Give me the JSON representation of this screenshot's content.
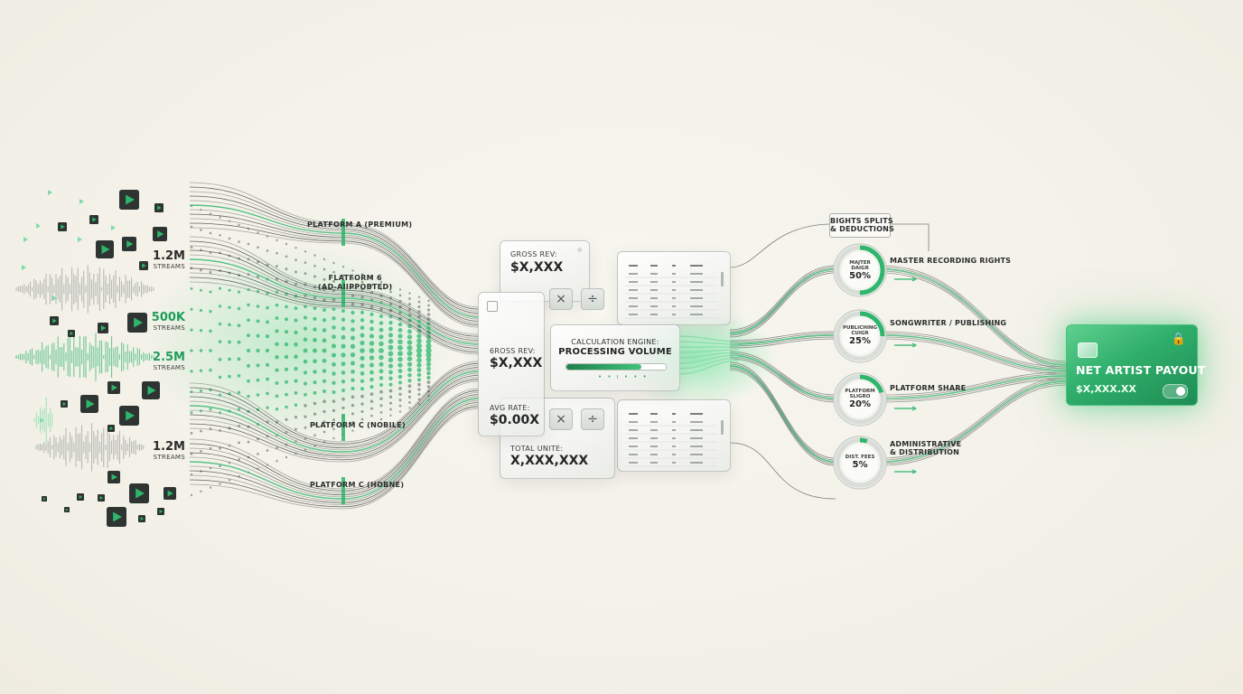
{
  "sources": [
    {
      "value": "1.2M",
      "unit": "STREAMS"
    },
    {
      "value": "500K",
      "unit": "STREAMS"
    },
    {
      "value": "2.5M",
      "unit": "STREAMS"
    },
    {
      "value": "1.2M",
      "unit": "STREAMS"
    }
  ],
  "platforms": [
    "PLATFORM A (PREMIUM)",
    "FLATFORM 6\n(AD-AIIPPOBTED)",
    "PLATFORM C (NOBILE)",
    "PLATFORM C (HOBNE)"
  ],
  "cards": {
    "gross_top": {
      "caption": "GROSS REV:",
      "value": "$X,XXX"
    },
    "gross_mid": {
      "caption": "6ROSS REV:",
      "value": "$X,XXX"
    },
    "avg_rate": {
      "caption": "AVG RATE:",
      "value": "$0.00X"
    },
    "total_units": {
      "caption": "TOTAL UNITE:",
      "value": "X,XXX,XXX"
    }
  },
  "engine": {
    "title": "CALCULATION ENGINE:",
    "subtitle": "PROCESSING VOLUME",
    "progress": 0.75
  },
  "operators": {
    "multiply": "×",
    "divide": "÷"
  },
  "rights_header": "BIGHTS SPLITS\n& DEDUCTIONS",
  "splits": [
    {
      "label": "MASTER RECORDING RIGHTS",
      "gauge_caption": "MAJTER\nDAIGR",
      "percent": "50%",
      "fraction": 0.5
    },
    {
      "label": "SONGWRITER / PUBLISHING",
      "gauge_caption": "PUBLICHING\nCUIGR",
      "percent": "25%",
      "fraction": 0.25
    },
    {
      "label": "PLATFORM SHARE",
      "gauge_caption": "PLATFORM\nSLIGRO",
      "percent": "20%",
      "fraction": 0.2
    },
    {
      "label": "ADMINISTRATIVE\n& DISTRIBUTION",
      "gauge_caption": "DIST. FEES",
      "percent": "5%",
      "fraction": 0.05
    }
  ],
  "payout": {
    "title": "NET ARTIST PAYOUT",
    "value": "$X,XXX.XX"
  },
  "colors": {
    "accent": "#2fb56c",
    "accent_light": "#7fdca6",
    "line": "#6f7570",
    "dark": "#2e3431"
  }
}
